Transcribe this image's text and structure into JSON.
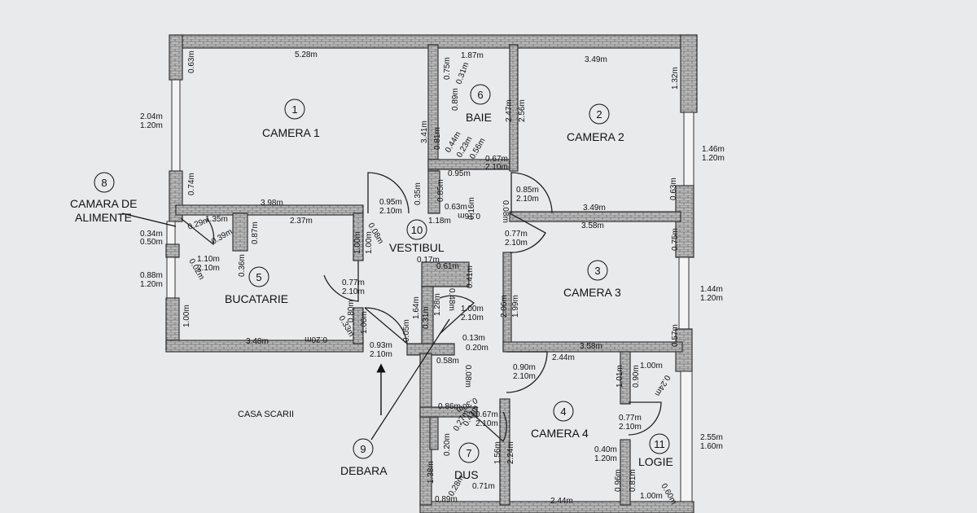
{
  "rooms": {
    "camera1": {
      "num": "1",
      "name": "CAMERA 1"
    },
    "camera2": {
      "num": "2",
      "name": "CAMERA 2"
    },
    "camera3": {
      "num": "3",
      "name": "CAMERA 3"
    },
    "camera4": {
      "num": "4",
      "name": "CAMERA 4"
    },
    "bucatarie": {
      "num": "5",
      "name": "BUCATARIE"
    },
    "baie": {
      "num": "6",
      "name": "BAIE"
    },
    "dus": {
      "num": "7",
      "name": "DUS"
    },
    "camara": {
      "num": "8",
      "name_line1": "CAMARA DE",
      "name_line2": "ALIMENTE"
    },
    "debara": {
      "num": "9",
      "name": "DEBARA"
    },
    "vestibul": {
      "num": "10",
      "name": "VESTIBUL"
    },
    "logie": {
      "num": "11",
      "name": "LOGIE"
    }
  },
  "casa_scarii": "CASA SCARII",
  "dims": {
    "c1_top": "5.28m",
    "c1_left_win": "0.63m",
    "c1_left_low": "0.74m",
    "c1_bottom": "3.98m",
    "c1_win_w": "2.04m",
    "c1_win_h": "1.20m",
    "baie_top": "1.87m",
    "baie_v1": "0.75m",
    "baie_v2": "0.31m",
    "baie_v3": "0.89m",
    "baie_r1": "2.47m",
    "baie_r2": "2.56m",
    "baie_l1": "3.41m",
    "baie_l2": "0.81m",
    "baie_d1": "0.44m",
    "baie_d2": "0.23m",
    "baie_d3": "0.56m",
    "baie_d4": "0.67m",
    "baie_d5": "2.10m",
    "baie_bottom": "0.95m",
    "c2_top": "3.49m",
    "c2_right": "1.32m",
    "c2_right_low": "0.63m",
    "c2_bottom": "3.49m",
    "c2_win_w": "1.46m",
    "c2_win_h": "1.20m",
    "door_c2_w": "0.85m",
    "door_c2_h": "2.10m",
    "door_c2_side": "0.08m",
    "door_c1_w": "0.95m",
    "door_c1_h": "2.10m",
    "door_c1_side": "0.35m",
    "vest_a": "0.63m",
    "vest_b": "0.85m",
    "vest_c": "1.18m",
    "vest_d": "0.16m",
    "vest_e": "0.16m",
    "buc_top_a": "1.35m",
    "buc_top_b": "2.37m",
    "buc_r1": "0.08m",
    "buc_r2": "1.00m",
    "buc_r3": "1.00m",
    "cam_a": "0.29m",
    "cam_b": "0.39m",
    "cam_c": "0.87m",
    "cam_d": "0.36m",
    "cam_door_w": "1.10m",
    "cam_door_h": "2.10m",
    "cam_e": "0.02m",
    "buc_win1_w": "0.34m",
    "buc_win1_h": "0.50m",
    "buc_win2_w": "0.88m",
    "buc_win2_h": "1.20m",
    "buc_left": "1.00m",
    "buc_bottom": "3.48m",
    "buc_br": "0.20m",
    "door_buc_w": "0.77m",
    "door_buc_h": "2.10m",
    "buc_x1": "0.80m",
    "buc_x2": "0.33m",
    "buc_x3": "1.06m",
    "door_ent_w": "0.93m",
    "door_ent_h": "2.10m",
    "ent_a": "0.05m",
    "c3_door_w": "0.77m",
    "c3_door_h": "2.10m",
    "c3_b": "3.58m",
    "c3_right_a": "0.75m",
    "c3_left_a": "2.06m",
    "c3_left_b": "1.99m",
    "c3_bottom": "3.58m",
    "c3_right_b": "0.57m",
    "c3_win_w": "1.44m",
    "c3_win_h": "1.20m",
    "deb_a": "0.17m",
    "deb_b": "0.61m",
    "deb_c": "0.41m",
    "deb_d": "0.48m",
    "deb_e": "1.28m",
    "deb_f": "1.64m",
    "deb_g": "0.31m",
    "deb_door_w": "1.00m",
    "deb_door_h": "2.10m",
    "deb_h": "0.13m",
    "deb_i": "0.20m",
    "deb_j": "0.58m",
    "deb_k": "0.08m",
    "c4_top": "2.44m",
    "c4_door_w": "0.90m",
    "c4_door_h": "2.10m",
    "c4_a": "0.30m",
    "c4_bottom": "2.44m",
    "c4_left": "2.24m",
    "c4_b": "1.56m",
    "dus_top": "0.86m",
    "dus_door_w": "0.67m",
    "dus_door_h": "2.10m",
    "dus_a": "0.27m",
    "dus_b": "0.43m",
    "dus_c": "0.20m",
    "dus_left": "1.38m",
    "dus_bottom_a": "0.89m",
    "dus_bottom_b": "0.71m",
    "dus_d": "0.28m",
    "log_top": "1.00m",
    "log_a": "0.24m",
    "log_b": "1.01m",
    "log_c": "0.90m",
    "log_door_w": "0.77m",
    "log_door_h": "2.10m",
    "log_win_w": "0.40m",
    "log_win_h": "1.20m",
    "log_d": "0.96m",
    "log_e": "0.81m",
    "log_bottom": "1.00m",
    "log_f": "0.60m",
    "log_win2_w": "2.55m",
    "log_win2_h": "1.60m"
  }
}
